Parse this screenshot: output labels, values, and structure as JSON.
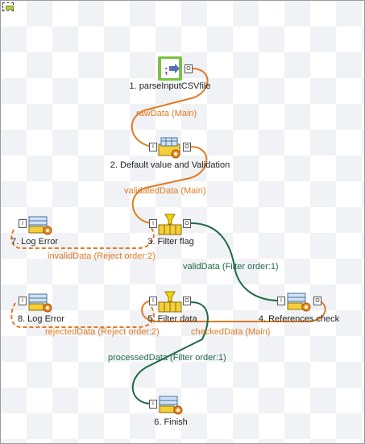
{
  "components": {
    "parse": "1. parseInputCSVfile",
    "validate": "2. Default value and Validation",
    "filter_flag": "3. Filter flag",
    "references": "4. References check",
    "filter_data": "5. Filter data",
    "finish": "6. Finish",
    "log_error_7": "7. Log Error",
    "log_error_8": "8. Log Error"
  },
  "connections": {
    "raw": "rawData (Main)",
    "validated": "validatedData (Main)",
    "invalid": "invalidData (Reject order:2)",
    "valid": "validData (Filter order:1)",
    "rejected": "rejectedData (Reject order:2)",
    "checked": "checkedData (Main)",
    "processed": "processedData (Filter order:1)"
  },
  "ports": {
    "in": "I",
    "out": "O"
  },
  "colors": {
    "main_link": "#e07b24",
    "filter_link": "#1e6b45"
  },
  "icons": {
    "parse": "csv-parse-icon",
    "validate": "map-gear-icon",
    "filter": "funnel-filter-icon",
    "log": "log-folder-gear-icon"
  }
}
